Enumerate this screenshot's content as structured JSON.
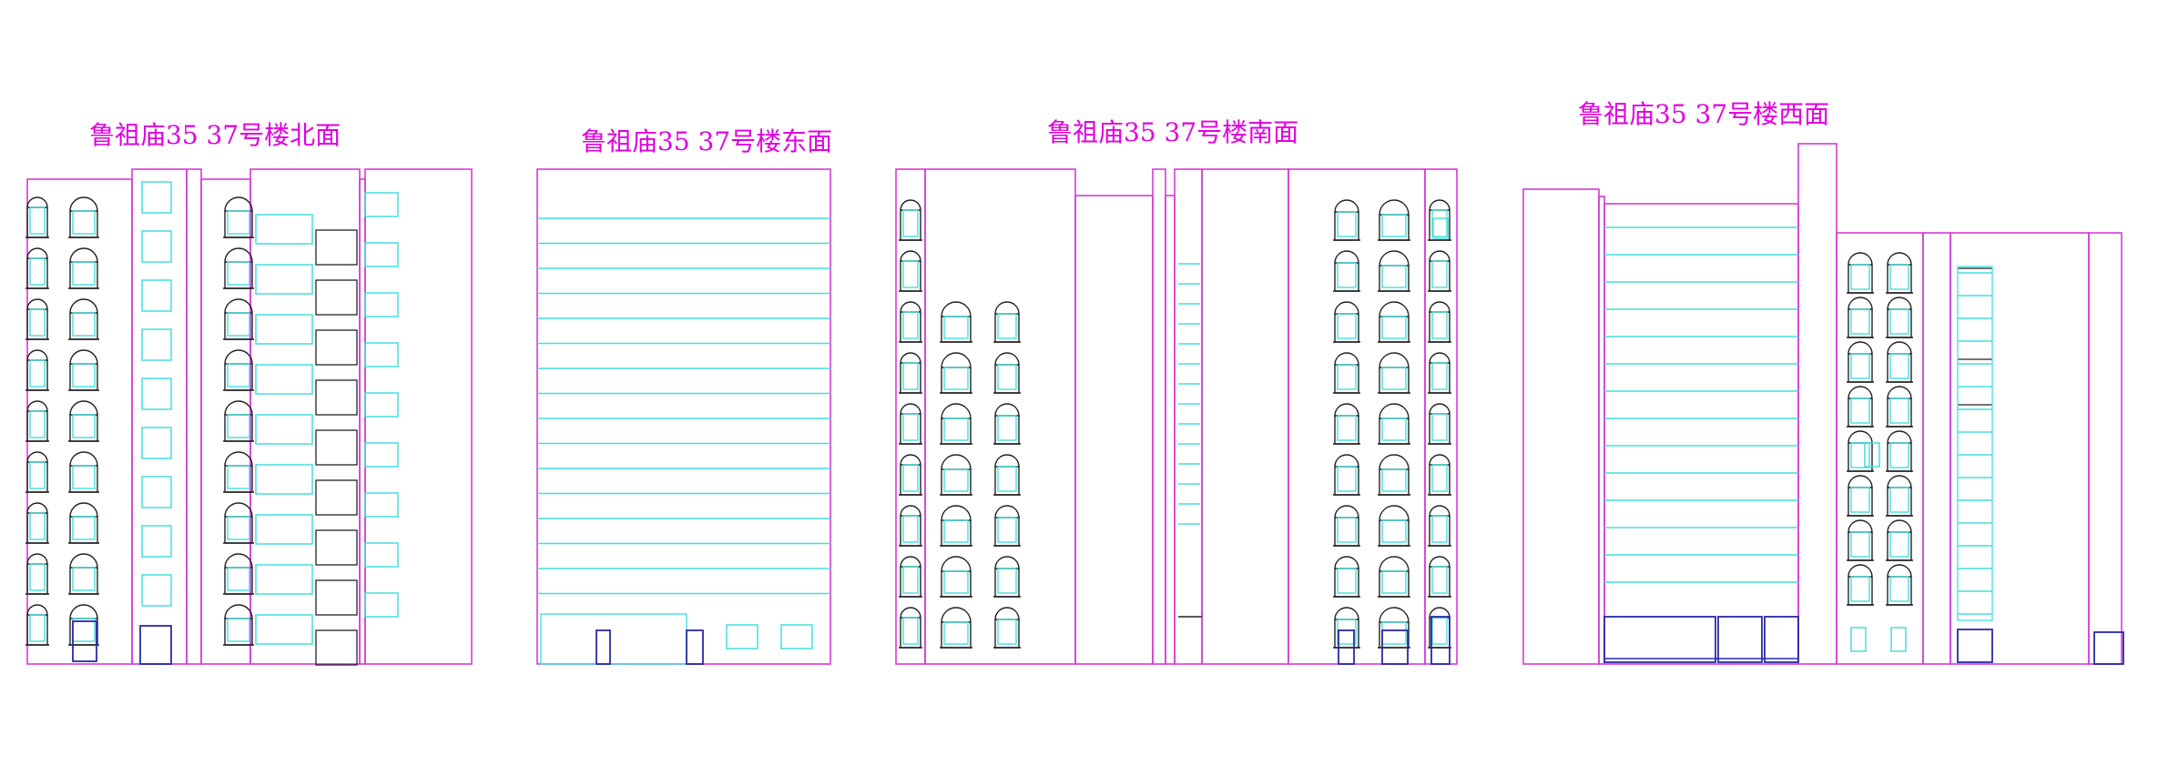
{
  "colors": {
    "outline": "#d63ad6",
    "floor_line": "#44dede",
    "window_frame": "#222222",
    "door": "#2a2aa8",
    "title": "#e000e0",
    "background": "#ffffff"
  },
  "elevations": [
    {
      "id": "north",
      "title": "鲁祖庙35 37号楼北面",
      "floors": 9
    },
    {
      "id": "east",
      "title": "鲁祖庙35 37号楼东面",
      "floors": 9
    },
    {
      "id": "south",
      "title": "鲁祖庙35 37号楼南面",
      "floors": 9
    },
    {
      "id": "west",
      "title": "鲁祖庙35 37号楼西面",
      "floors": 9
    }
  ]
}
